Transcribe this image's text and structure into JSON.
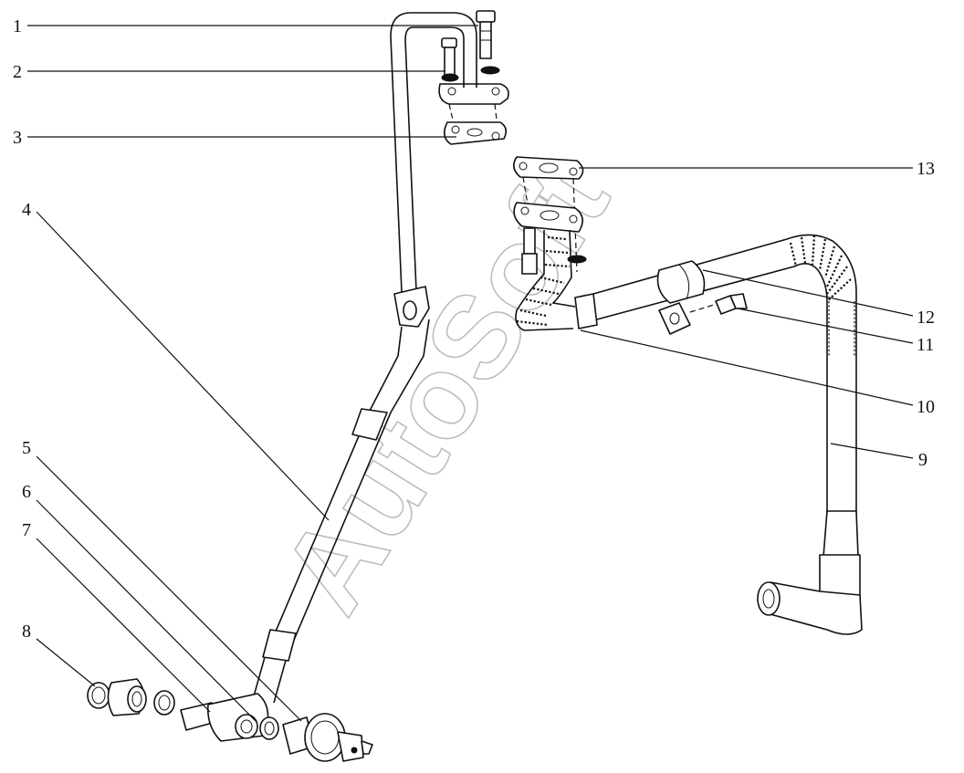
{
  "watermark": "AutoSoft",
  "callouts": [
    {
      "id": "1",
      "label": "1"
    },
    {
      "id": "2",
      "label": "2"
    },
    {
      "id": "3",
      "label": "3"
    },
    {
      "id": "4",
      "label": "4"
    },
    {
      "id": "5",
      "label": "5"
    },
    {
      "id": "6",
      "label": "6"
    },
    {
      "id": "7",
      "label": "7"
    },
    {
      "id": "8",
      "label": "8"
    },
    {
      "id": "9",
      "label": "9"
    },
    {
      "id": "10",
      "label": "10"
    },
    {
      "id": "11",
      "label": "11"
    },
    {
      "id": "12",
      "label": "12"
    },
    {
      "id": "13",
      "label": "13"
    }
  ],
  "colors": {
    "ink": "#111111",
    "watermark": "#bdbdbd",
    "background": "#ffffff"
  }
}
